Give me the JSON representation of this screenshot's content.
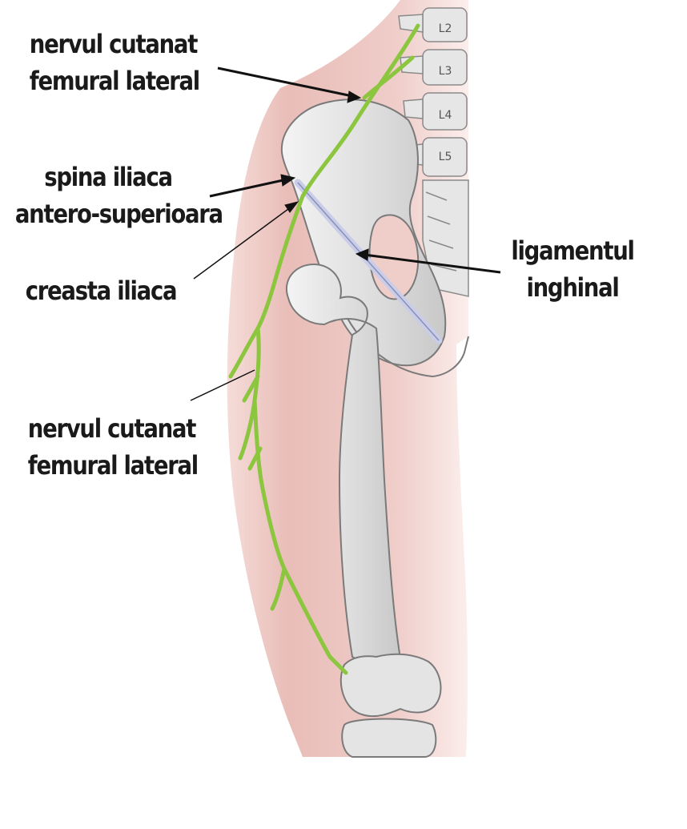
{
  "labels": {
    "nerve_top_line1": "nervul cutanat",
    "nerve_top_line2": "femural lateral",
    "asis_line1": "spina iliaca",
    "asis_line2": "antero-superioara",
    "crest": "creasta iliaca",
    "ligament_line1": "ligamentul",
    "ligament_line2": "inghinal",
    "nerve_bottom_line1": "nervul cutanat",
    "nerve_bottom_line2": "femural lateral"
  },
  "vertebrae": [
    "L2",
    "L3",
    "L4",
    "L5"
  ],
  "colors": {
    "skin": "#ecc8c4",
    "bone": "#e2e2e2",
    "bone_outline": "#7a7a7a",
    "nerve": "#8cc63e",
    "ligament": "#c9cde8",
    "pointer": "#111111"
  }
}
